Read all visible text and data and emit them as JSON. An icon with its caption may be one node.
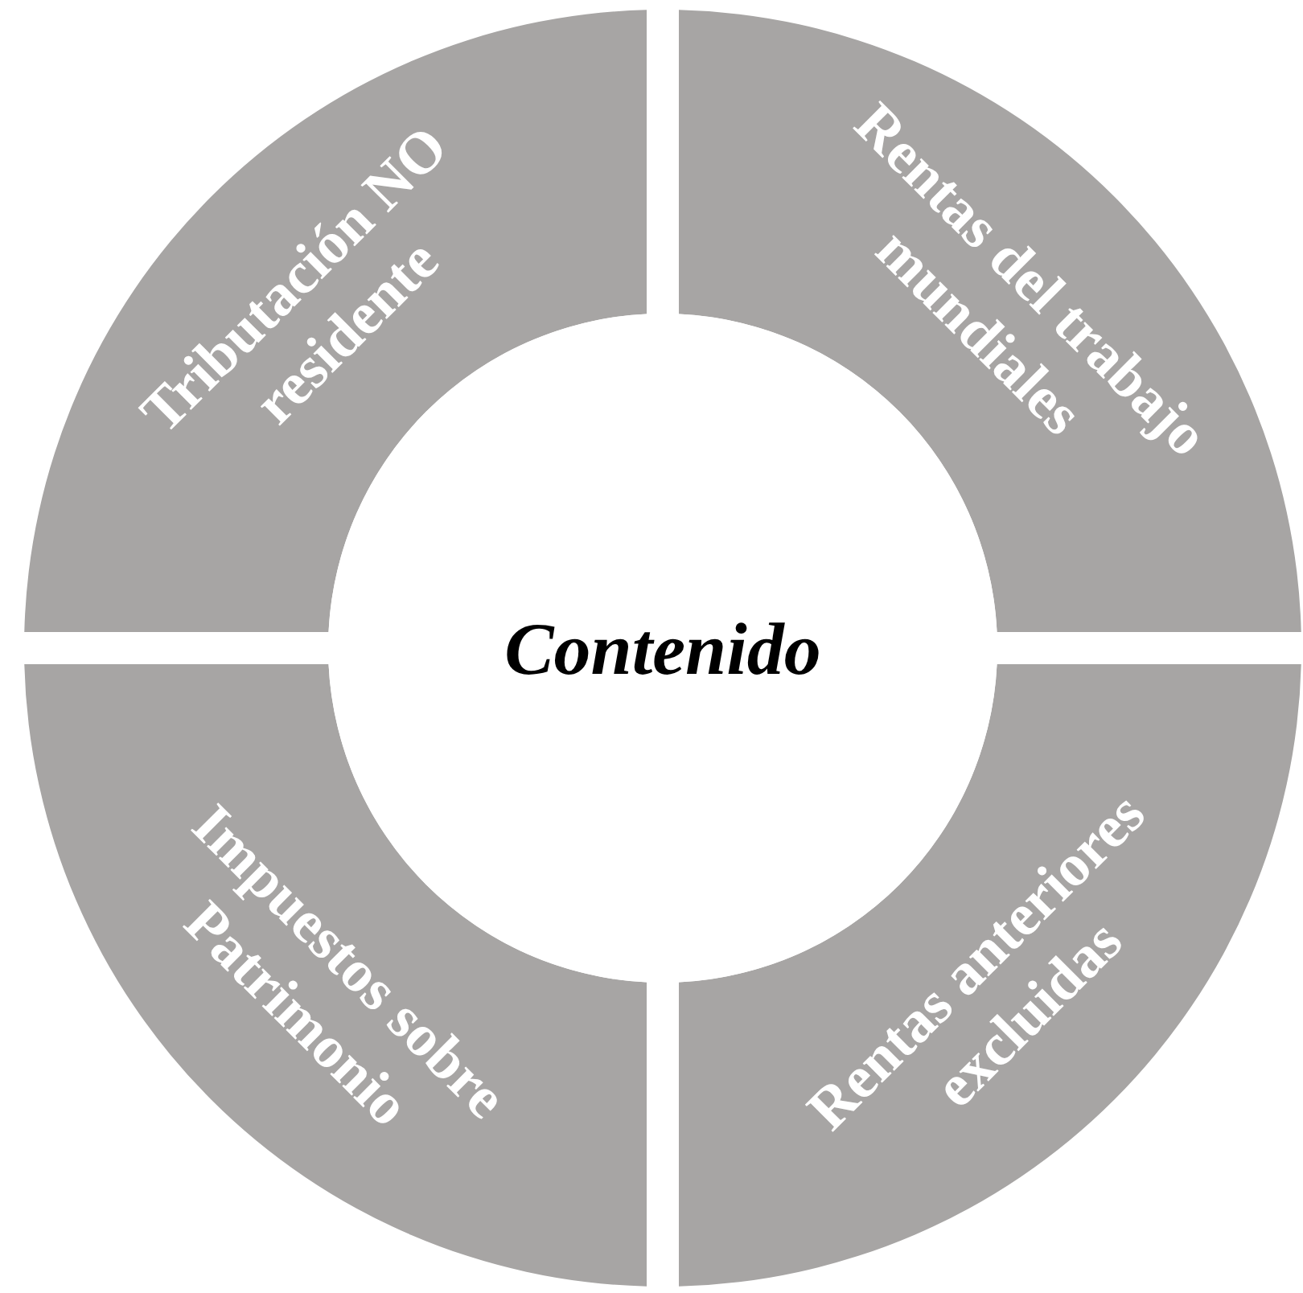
{
  "diagram": {
    "nodes": [
      {
        "text": [
          "Tributación NO residente"
        ]
      },
      {
        "text": [
          "Rentas del trabajo mundiales"
        ]
      },
      {
        "text": [
          "Contenido"
        ]
      },
      {
        "text": [
          "Impuestos sobre Patrimonio"
        ]
      },
      {
        "text": [
          "Rentas anteriores excluidas"
        ]
      }
    ]
  }
}
